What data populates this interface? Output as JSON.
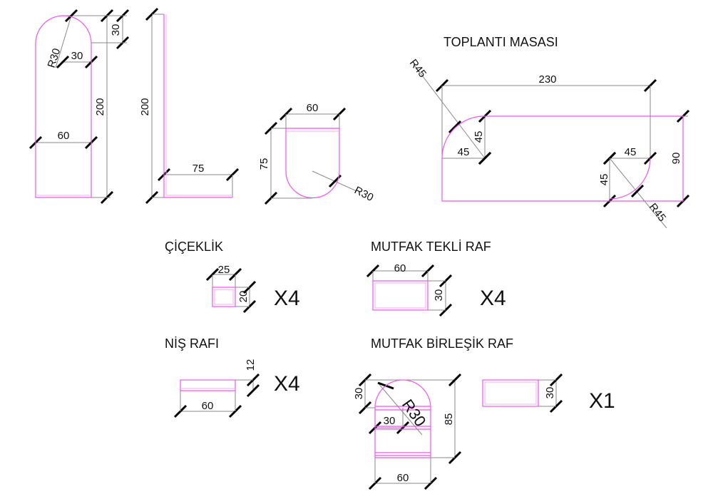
{
  "colors": {
    "outline": "#f055f0",
    "dimension": "#8a8a8a",
    "tick": "#000000",
    "text": "#111111"
  },
  "part_arch_panel": {
    "width": "60",
    "height": "200",
    "arc_height": "30",
    "radius": "R30",
    "half_width": "30"
  },
  "part_l_bracket": {
    "height": "200",
    "depth": "75"
  },
  "part_u_shelf": {
    "width": "60",
    "depth": "75",
    "radius": "R30"
  },
  "meeting_table": {
    "title": "TOPLANTI MASASI",
    "length": "230",
    "width": "90",
    "radius_left": "R45",
    "radius_right": "R45",
    "left_h": "45",
    "left_v": "45",
    "right_h": "45",
    "right_v": "45"
  },
  "planter": {
    "title": "ÇİÇEKLİK",
    "width": "25",
    "height": "20",
    "quantity": "X4"
  },
  "kitchen_single_shelf": {
    "title": "MUTFAK TEKLİ RAF",
    "width": "60",
    "height": "30",
    "quantity": "X4"
  },
  "niche_shelf": {
    "title": "NİŞ RAFI",
    "width": "60",
    "height": "12",
    "quantity": "X4"
  },
  "kitchen_combined_shelf": {
    "title": "MUTFAK BİRLEŞİK RAF",
    "arc_height": "30",
    "half_width": "30",
    "radius": "R30",
    "height": "85",
    "width": "60",
    "side_height": "30",
    "quantity": "X1"
  }
}
